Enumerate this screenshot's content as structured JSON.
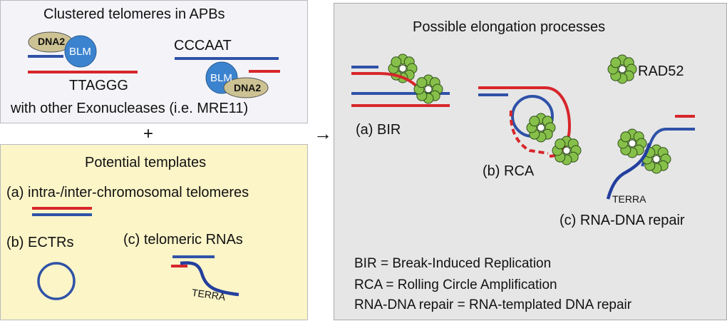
{
  "apb_panel": {
    "title": "Clustered telomeres in APBs",
    "dna2_left": "DNA2",
    "blm_left": "BLM",
    "seq_top": "CCCAAT",
    "seq_bottom": "TTAGGG",
    "blm_right": "BLM",
    "dna2_right": "DNA2",
    "footer": "with other Exonucleases (i.e. MRE11)"
  },
  "plus_sign": "+",
  "arrow_sign": "→",
  "templates_panel": {
    "title": "Potential templates",
    "item_a": "(a) intra-/inter-chromosomal telomeres",
    "item_b": "(b) ECTRs",
    "item_c": "(c) telomeric RNAs",
    "terra": "TERRA"
  },
  "elongation_panel": {
    "title": "Possible elongation processes",
    "bir_label": "(a) BIR",
    "rad52_label": "RAD52",
    "rca_label": "(b) RCA",
    "terra": "TERRA",
    "rna_dna_label": "(c) RNA-DNA repair",
    "legend_bir": "BIR = Break-Induced Replication",
    "legend_rca": "RCA = Rolling Circle Amplification",
    "legend_rna": "RNA-DNA repair = RNA-templated DNA repair"
  },
  "colors": {
    "red_strand": "#d7262b",
    "blue_strand": "#2f52a8",
    "terra_strand": "#233f9e",
    "blm_fill": "#3c83cf",
    "dna2_fill": "#cdc293",
    "rad52_fill": "#86c04a"
  }
}
